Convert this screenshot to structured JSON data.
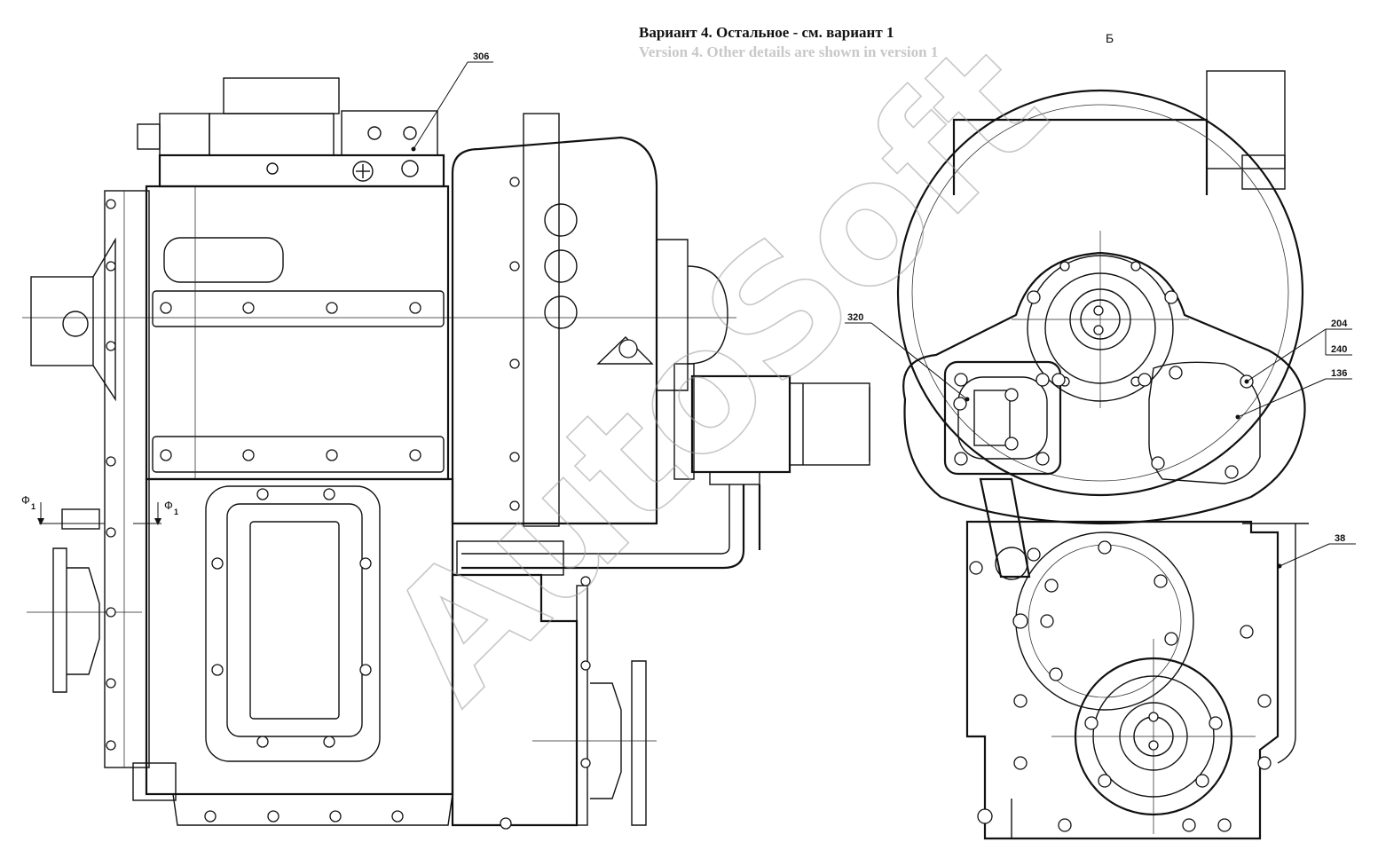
{
  "header": {
    "title_ru": "Вариант 4. Остальное - см. вариант 1",
    "title_en": "Version 4. Other details are shown in version 1"
  },
  "view_label": "Б",
  "section_marker": {
    "letter": "Ф",
    "index": "1"
  },
  "watermark": "AutoSoft",
  "callouts": [
    {
      "id": "306",
      "label": "306"
    },
    {
      "id": "320",
      "label": "320"
    },
    {
      "id": "204",
      "label": "204"
    },
    {
      "id": "240",
      "label": "240"
    },
    {
      "id": "136",
      "label": "136"
    },
    {
      "id": "38",
      "label": "38"
    }
  ]
}
